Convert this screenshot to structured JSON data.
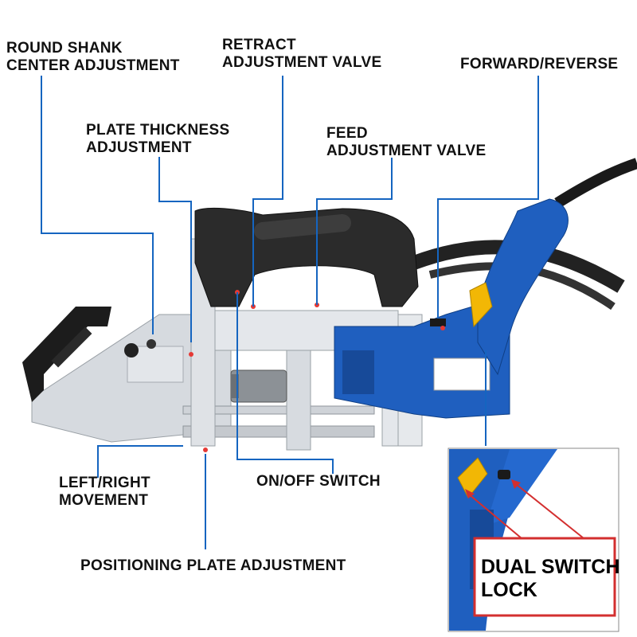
{
  "labels": {
    "round_shank": "ROUND SHANK\nCENTER ADJUSTMENT",
    "retract_valve": "RETRACT\nADJUSTMENT VALVE",
    "forward_reverse": "FORWARD/REVERSE",
    "plate_thickness": "PLATE THICKNESS\nADJUSTMENT",
    "feed_valve": "FEED\nADJUSTMENT VALVE",
    "left_right": "LEFT/RIGHT\nMOVEMENT",
    "on_off": "ON/OFF SWITCH",
    "positioning_plate": "POSITIONING PLATE ADJUSTMENT",
    "dual_switch_lock": "DUAL SWITCH\nLOCK"
  },
  "colors": {
    "leader_line": "#1565c0",
    "marker_dot": "#e53935",
    "tool_blue": "#1f5fbf",
    "grip_black": "#2b2b2b",
    "aluminum": "#d9dde1",
    "trigger_yellow": "#f2b705",
    "callout_red": "#d32f2f"
  }
}
